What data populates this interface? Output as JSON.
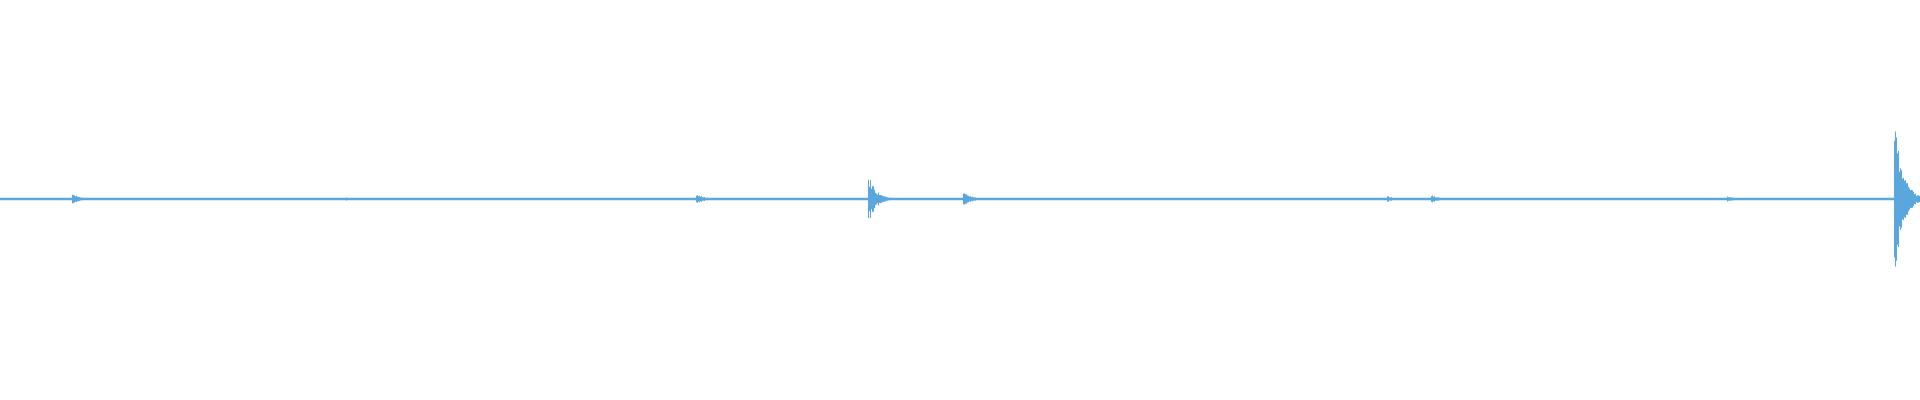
{
  "waveform": {
    "color": "#5aa7dd",
    "background": "#ffffff",
    "duration_fraction_events": [
      {
        "pos": 0.038,
        "level": 0.07
      },
      {
        "pos": 0.087,
        "level": 0.02
      },
      {
        "pos": 0.18,
        "level": 0.025
      },
      {
        "pos": 0.273,
        "level": 0.02
      },
      {
        "pos": 0.363,
        "level": 0.07
      },
      {
        "pos": 0.453,
        "level": 0.27
      },
      {
        "pos": 0.5025,
        "level": 0.1
      },
      {
        "pos": 0.723,
        "level": 0.04
      },
      {
        "pos": 0.746,
        "level": 0.05
      },
      {
        "pos": 0.9,
        "level": 0.04
      },
      {
        "pos": 0.987,
        "level": 1.0
      },
      {
        "pos": 0.993,
        "level": 0.25
      }
    ],
    "baseline_level": 0.01
  }
}
